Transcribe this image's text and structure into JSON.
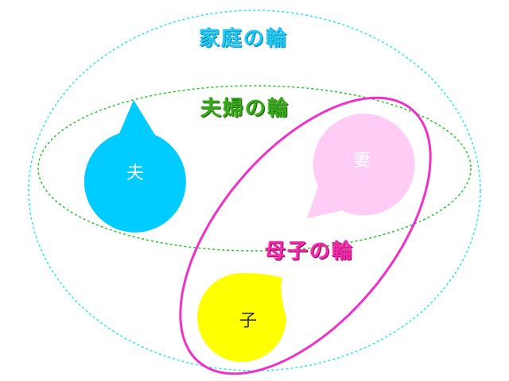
{
  "circles": {
    "family": {
      "label": "家庭の輪",
      "color": "#22e8f0"
    },
    "couple": {
      "label": "夫婦の輪",
      "color": "#22c822"
    },
    "mother_child": {
      "label": "母子の輪",
      "color": "#f030c8"
    }
  },
  "members": {
    "husband": {
      "label": "夫",
      "color": "#00ccff"
    },
    "wife": {
      "label": "妻",
      "color": "#ffccf5"
    },
    "child": {
      "label": "子",
      "color": "#ffff00"
    }
  }
}
